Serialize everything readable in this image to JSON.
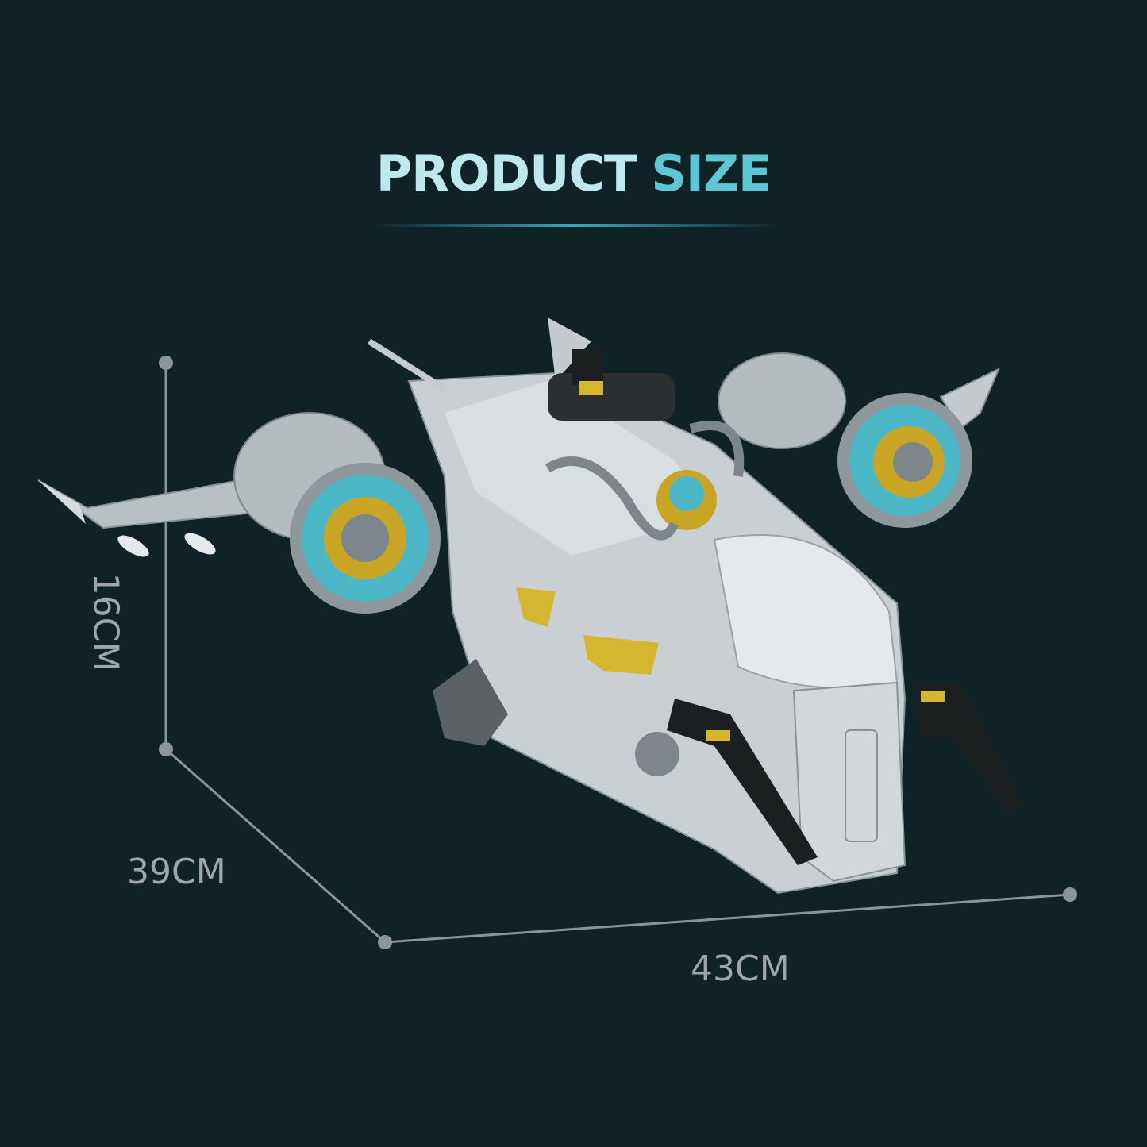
{
  "header": {
    "title_word1": "PRODUCT",
    "title_word2": "SIZE"
  },
  "dimensions": {
    "height": "16CM",
    "depth": "39CM",
    "width": "43CM"
  },
  "colors": {
    "background": "#0f2327",
    "title_light": "#bfe7ee",
    "title_accent": "#5fc6d6",
    "dimension_text": "#9ea6a8",
    "model_body": "#c9cfd3",
    "engine_ring": "#4bb7c6",
    "engine_gold": "#c9a526"
  },
  "image": {
    "subject": "brick-built spaceship model"
  }
}
